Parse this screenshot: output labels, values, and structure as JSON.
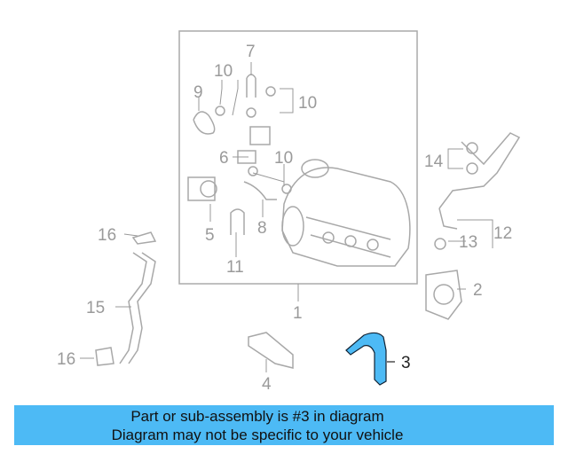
{
  "diagram": {
    "callouts": {
      "c1": "1",
      "c2": "2",
      "c3": "3",
      "c4": "4",
      "c5": "5",
      "c6": "6",
      "c7": "7",
      "c8": "8",
      "c9": "9",
      "c10a": "10",
      "c10b": "10",
      "c10c": "10",
      "c11": "11",
      "c12": "12",
      "c13": "13",
      "c14": "14",
      "c15": "15",
      "c16a": "16",
      "c16b": "16"
    },
    "highlight_part": "3",
    "highlight_color": "#4dbaf5"
  },
  "banner": {
    "line1": "Part or sub-assembly is #3 in diagram",
    "line2": "Diagram may not be specific to your vehicle",
    "color": "#4dbaf5"
  }
}
